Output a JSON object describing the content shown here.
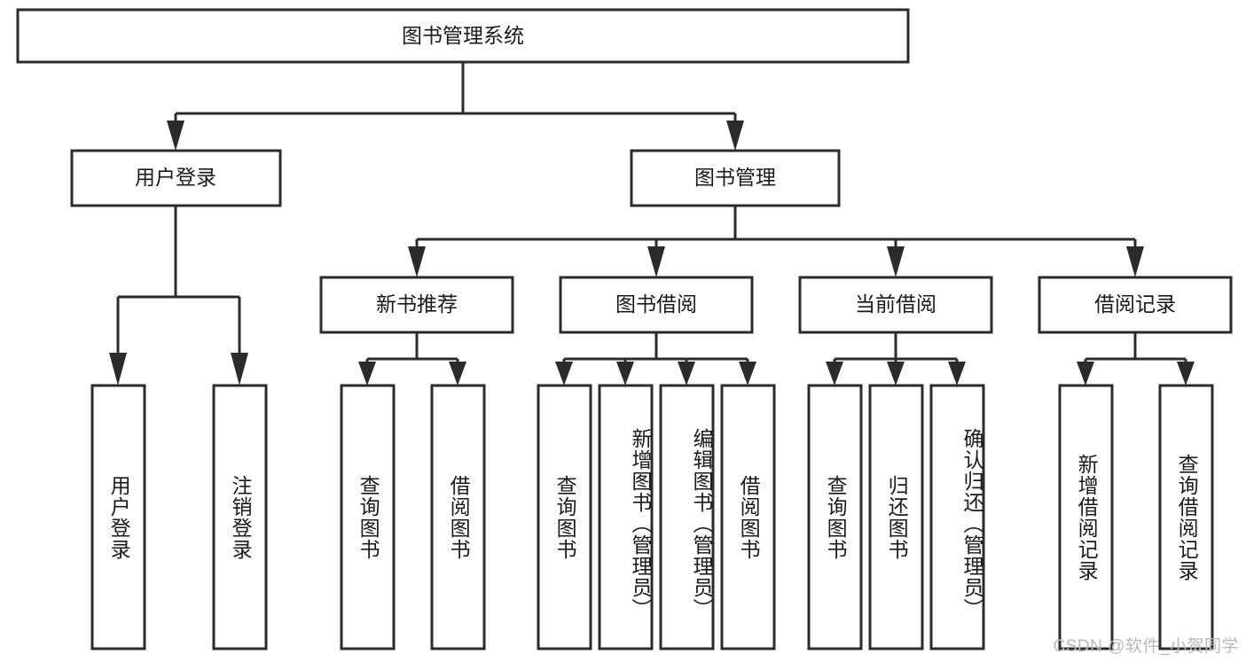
{
  "diagram": {
    "title_box": {
      "label": "图书管理系统"
    },
    "level2": [
      {
        "id": "user-login",
        "label": "用户登录"
      },
      {
        "id": "book-management",
        "label": "图书管理"
      }
    ],
    "level3": [
      {
        "id": "new-book-recommend",
        "label": "新书推荐"
      },
      {
        "id": "book-borrow",
        "label": "图书借阅"
      },
      {
        "id": "current-borrow",
        "label": "当前借阅"
      },
      {
        "id": "borrow-record",
        "label": "借阅记录"
      }
    ],
    "leaves": {
      "user_login": [
        {
          "id": "leaf-user-login",
          "label": "用户登录"
        },
        {
          "id": "leaf-logout-login",
          "label": "注销登录"
        }
      ],
      "new_book_recommend": [
        {
          "id": "leaf-query-book-1",
          "label": "查询图书"
        },
        {
          "id": "leaf-borrow-book-1",
          "label": "借阅图书"
        }
      ],
      "book_borrow": [
        {
          "id": "leaf-query-book-2",
          "label": "查询图书"
        },
        {
          "id": "leaf-add-book",
          "label": "新增图书（管理员）"
        },
        {
          "id": "leaf-edit-book",
          "label": "编辑图书（管理员）"
        },
        {
          "id": "leaf-borrow-book-2",
          "label": "借阅图书"
        }
      ],
      "current_borrow": [
        {
          "id": "leaf-query-book-3",
          "label": "查询图书"
        },
        {
          "id": "leaf-return-book",
          "label": "归还图书"
        },
        {
          "id": "leaf-confirm-return",
          "label": "确认归还（管理员）"
        }
      ],
      "borrow_record": [
        {
          "id": "leaf-add-record",
          "label": "新增借阅记录"
        },
        {
          "id": "leaf-query-record",
          "label": "查询借阅记录"
        }
      ]
    },
    "watermark": "CSDN @软件_小贺同学",
    "colors": {
      "stroke": "#2b2b2b",
      "fill": "#ffffff",
      "text": "#1a1a1a",
      "watermark": "#b9b9b9",
      "background": "#ffffff"
    }
  }
}
